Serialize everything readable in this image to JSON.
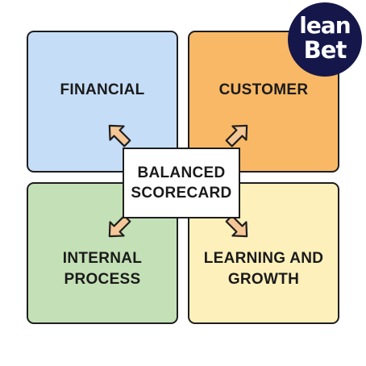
{
  "quadrants": {
    "financial": {
      "label": "FINANCIAL",
      "color": "#c5ddf7"
    },
    "customer": {
      "label": "CUSTOMER",
      "color": "#f8b865"
    },
    "internal_process": {
      "label": "INTERNAL\nPROCESS",
      "color": "#c4e0b6"
    },
    "learning_growth": {
      "label": "LEARNING AND\nGROWTH",
      "color": "#fdf0bb"
    }
  },
  "center": {
    "label": "BALANCED\nSCORECARD"
  },
  "logo": {
    "line1": "lean",
    "line2": "Bet",
    "background": "#15174a"
  },
  "arrows": {
    "fill": "#f5c796",
    "stroke": "#1e1e1e"
  }
}
